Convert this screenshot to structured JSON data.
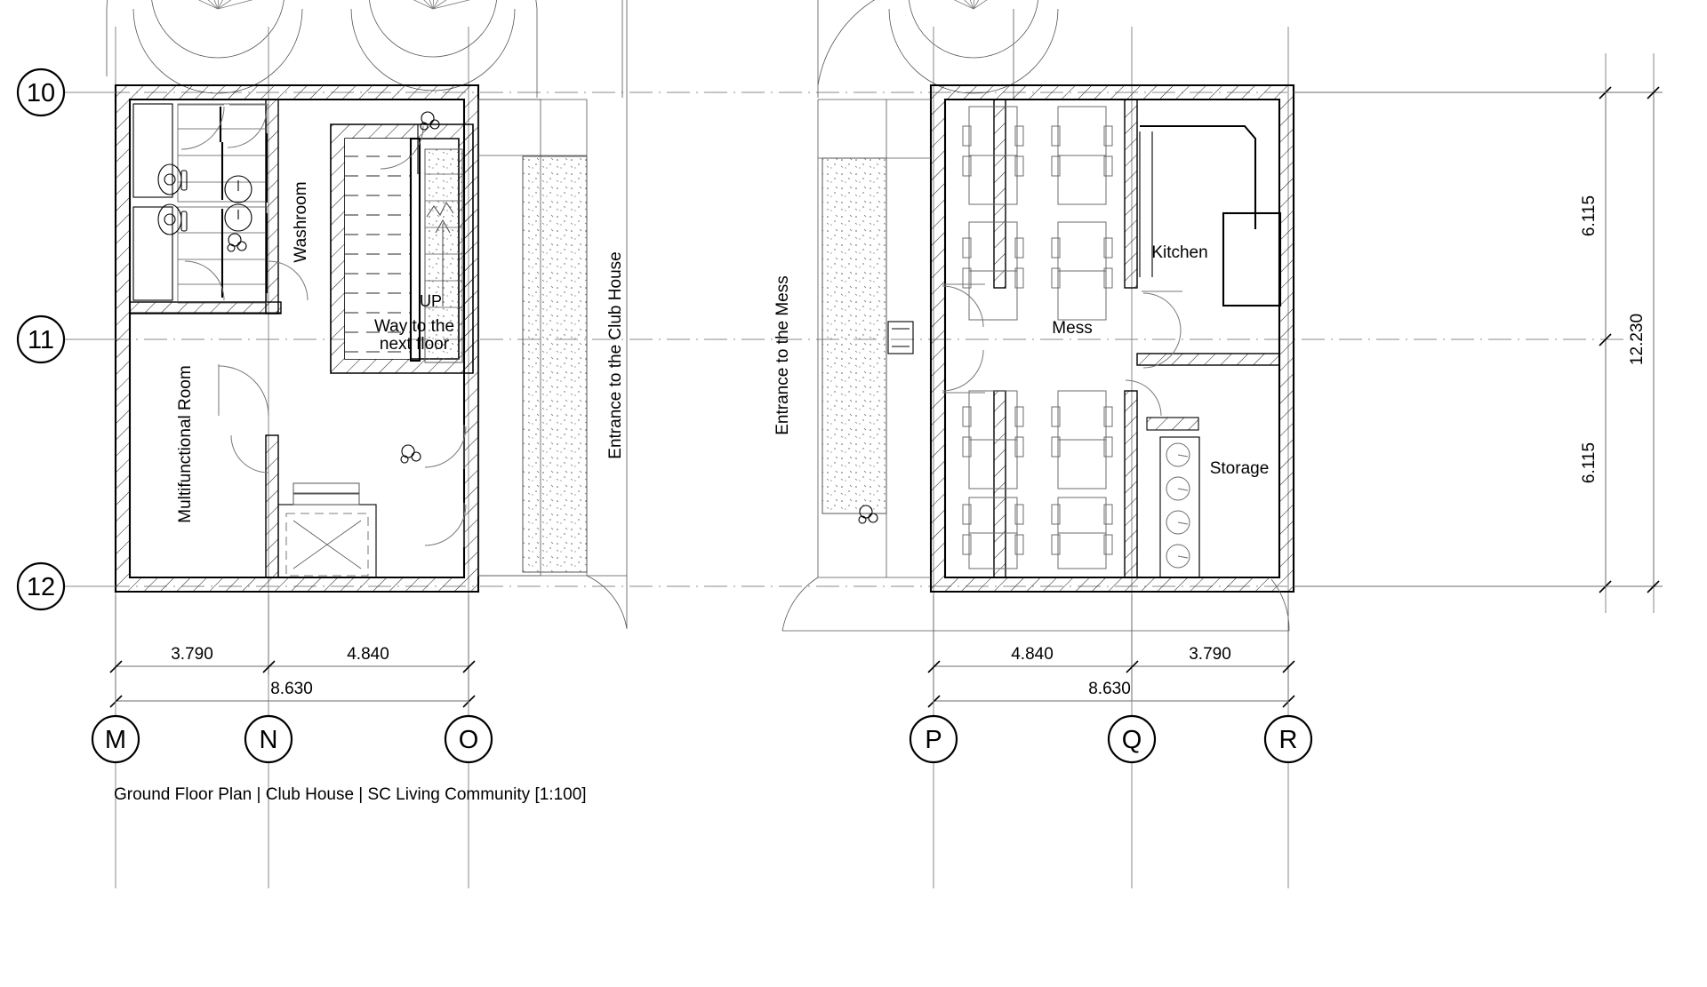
{
  "drawing": {
    "title": "Ground Floor Plan | Club House | SC Living Community [1:100]",
    "scale": "1:100",
    "type": "architectural-floor-plan"
  },
  "left_plan": {
    "name": "Club House block",
    "rooms": [
      {
        "key": "washroom",
        "label": "Washroom",
        "orientation": "vertical"
      },
      {
        "key": "multifunctional",
        "label": "Multifunctional Room",
        "orientation": "vertical"
      }
    ],
    "annotations": [
      {
        "key": "up",
        "label": "UP"
      },
      {
        "key": "way_next_floor_l1",
        "label": "Way to the"
      },
      {
        "key": "way_next_floor_l2",
        "label": "next floor"
      },
      {
        "key": "entrance_clubhouse",
        "label": "Entrance to the Club House",
        "orientation": "vertical"
      }
    ],
    "grid_bubbles_vertical": [
      "10",
      "11",
      "12"
    ],
    "grid_bubbles_horizontal": [
      "M",
      "N",
      "O"
    ],
    "dimensions_bottom": [
      {
        "label": "3.790",
        "span": "M-N"
      },
      {
        "label": "4.840",
        "span": "N-O"
      },
      {
        "label": "8.630",
        "span": "M-O"
      }
    ]
  },
  "right_plan": {
    "name": "Mess block",
    "rooms": [
      {
        "key": "kitchen",
        "label": "Kitchen",
        "orientation": "horizontal"
      },
      {
        "key": "mess",
        "label": "Mess",
        "orientation": "horizontal"
      },
      {
        "key": "storage",
        "label": "Storage",
        "orientation": "horizontal"
      }
    ],
    "annotations": [
      {
        "key": "entrance_mess",
        "label": "Entrance to the Mess",
        "orientation": "vertical"
      }
    ],
    "grid_bubbles_horizontal": [
      "P",
      "Q",
      "R"
    ],
    "dimensions_bottom": [
      {
        "label": "4.840",
        "span": "P-Q"
      },
      {
        "label": "3.790",
        "span": "Q-R"
      },
      {
        "label": "8.630",
        "span": "P-R"
      }
    ],
    "dimensions_right": [
      {
        "label": "6.115",
        "span": "upper"
      },
      {
        "label": "6.115",
        "span": "lower"
      },
      {
        "label": "12.230",
        "span": "overall"
      }
    ]
  },
  "colors": {
    "line": "#000000",
    "grid": "#8a8a8a",
    "furniture": "#6b6b6b",
    "background": "#ffffff"
  }
}
